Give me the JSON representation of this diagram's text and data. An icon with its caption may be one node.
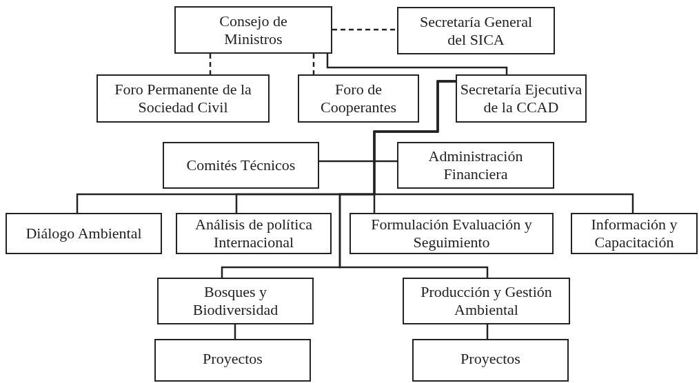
{
  "diagram": {
    "nodes": [
      {
        "text": [
          "Consejo de Ministros"
        ]
      },
      {
        "text": [
          "Secretaría General del SICA"
        ]
      },
      {
        "text": [
          "Foro Permanente de la Sociedad Civil"
        ]
      },
      {
        "text": [
          "Foro de Cooperantes"
        ]
      },
      {
        "text": [
          "Secretaría Ejecutiva de la CCAD"
        ]
      },
      {
        "text": [
          "Comités Técnicos"
        ]
      },
      {
        "text": [
          "Administración Financiera"
        ]
      },
      {
        "text": [
          "Diálogo Ambiental"
        ]
      },
      {
        "text": [
          "Análisis de política Internacional"
        ]
      },
      {
        "text": [
          "Formulación Evaluación y Seguimiento"
        ]
      },
      {
        "text": [
          "Información y Capacitación"
        ]
      },
      {
        "text": [
          "Bosques y Biodiversidad"
        ]
      },
      {
        "text": [
          "Producción y Gestión Ambiental"
        ]
      },
      {
        "text": [
          "Proyectos"
        ]
      },
      {
        "text": [
          "Proyectos"
        ]
      }
    ],
    "edges": [
      {
        "from": 0,
        "to": 1,
        "arrow": "none",
        "style": "dashed"
      },
      {
        "from": 0,
        "to": 2,
        "arrow": "none",
        "style": "dashed"
      },
      {
        "from": 0,
        "to": 3,
        "arrow": "none",
        "style": "dashed"
      },
      {
        "from": 0,
        "to": 4,
        "arrow": "none"
      },
      {
        "from": 4,
        "to": 5,
        "arrow": "none"
      },
      {
        "from": 4,
        "to": 6,
        "arrow": "none"
      },
      {
        "from": 4,
        "to": 7,
        "arrow": "none"
      },
      {
        "from": 4,
        "to": 8,
        "arrow": "none"
      },
      {
        "from": 4,
        "to": 9,
        "arrow": "none"
      },
      {
        "from": 4,
        "to": 10,
        "arrow": "none"
      },
      {
        "from": 4,
        "to": 11,
        "arrow": "none"
      },
      {
        "from": 4,
        "to": 12,
        "arrow": "none"
      },
      {
        "from": 11,
        "to": 13,
        "arrow": "none"
      },
      {
        "from": 12,
        "to": 14,
        "arrow": "none"
      }
    ]
  }
}
